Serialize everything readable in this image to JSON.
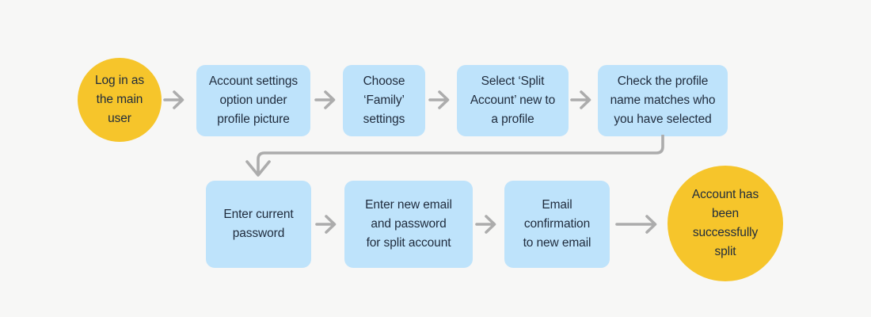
{
  "diagram": {
    "type": "flowchart",
    "colors": {
      "background": "#f7f7f6",
      "process_fill": "#bee3fb",
      "terminal_fill": "#f6c52b",
      "text": "#1f2b3c",
      "connector": "#acacac"
    },
    "nodes": [
      {
        "id": "start",
        "shape": "circle",
        "label": "Log in as\nthe main\nuser"
      },
      {
        "id": "account-settings",
        "shape": "rounded-rect",
        "label": "Account settings\noption under\nprofile picture"
      },
      {
        "id": "choose-family",
        "shape": "rounded-rect",
        "label": "Choose\n‘Family’\nsettings"
      },
      {
        "id": "select-split-account",
        "shape": "rounded-rect",
        "label": "Select ‘Split\nAccount’ new to\na profile"
      },
      {
        "id": "check-profile-name",
        "shape": "rounded-rect",
        "label": "Check the profile\nname matches who\nyou have selected"
      },
      {
        "id": "enter-current-password",
        "shape": "rounded-rect",
        "label": "Enter current\npassword"
      },
      {
        "id": "enter-new-email",
        "shape": "rounded-rect",
        "label": "Enter new email\nand password\nfor split account"
      },
      {
        "id": "email-confirmation",
        "shape": "rounded-rect",
        "label": "Email\nconfirmation\nto new email"
      },
      {
        "id": "end",
        "shape": "circle",
        "label": "Account has\nbeen\nsuccessfully\nsplit"
      }
    ],
    "connections": [
      {
        "from": "start",
        "to": "account-settings",
        "style": "arrow-right"
      },
      {
        "from": "account-settings",
        "to": "choose-family",
        "style": "arrow-right"
      },
      {
        "from": "choose-family",
        "to": "select-split-account",
        "style": "arrow-right"
      },
      {
        "from": "select-split-account",
        "to": "check-profile-name",
        "style": "arrow-right"
      },
      {
        "from": "check-profile-name",
        "to": "enter-current-password",
        "style": "elbow-down-left-down"
      },
      {
        "from": "enter-current-password",
        "to": "enter-new-email",
        "style": "arrow-right"
      },
      {
        "from": "enter-new-email",
        "to": "email-confirmation",
        "style": "arrow-right"
      },
      {
        "from": "email-confirmation",
        "to": "end",
        "style": "arrow-right-long"
      }
    ]
  }
}
